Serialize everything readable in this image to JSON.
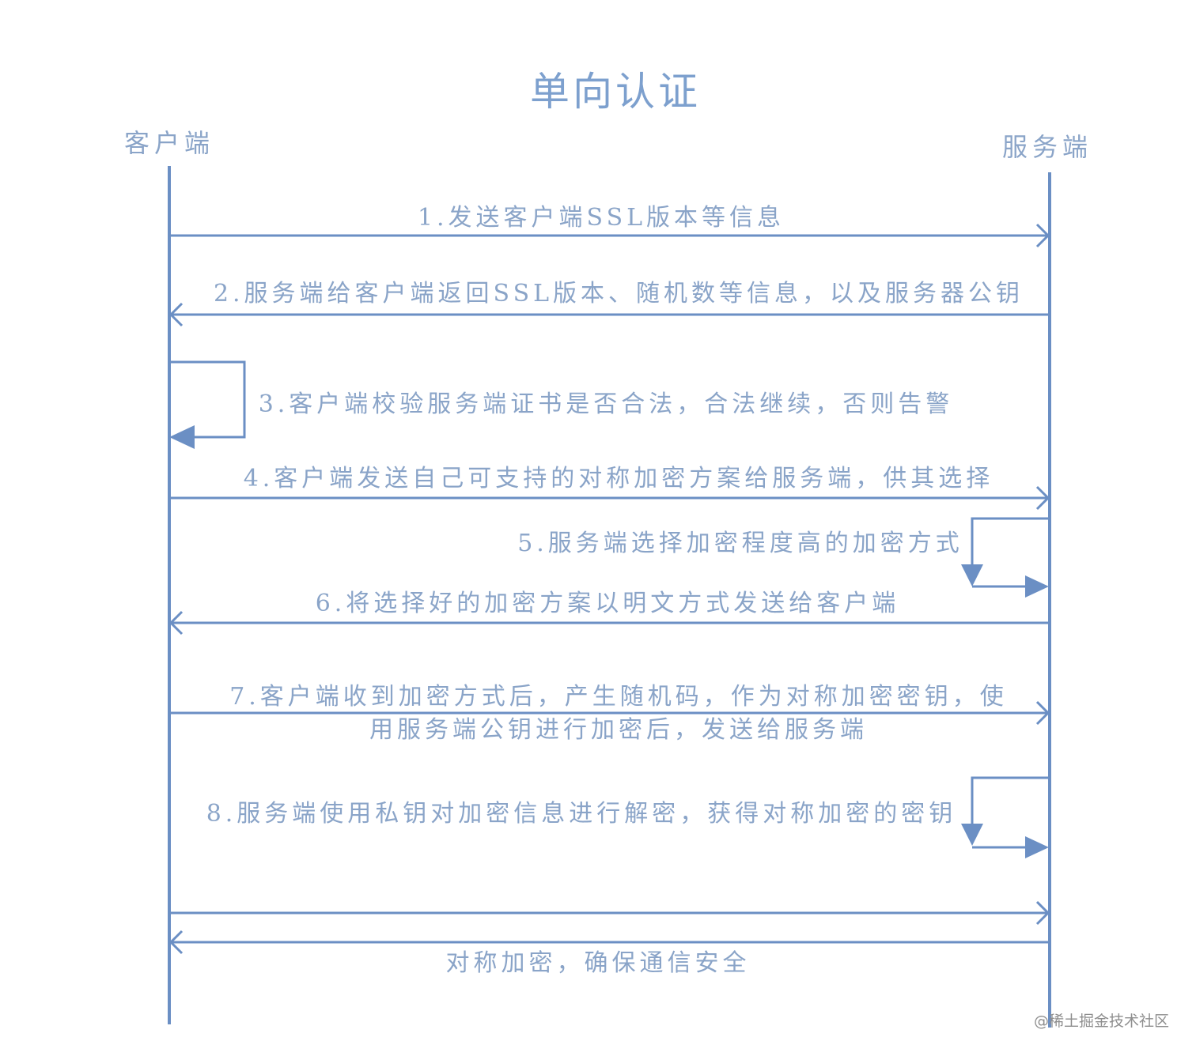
{
  "title": "单向认证",
  "actors": {
    "client": "客户端",
    "server": "服务端"
  },
  "steps": [
    {
      "label": "1.发送客户端SSL版本等信息",
      "from": "client",
      "to": "server"
    },
    {
      "label": "2.服务端给客户端返回SSL版本、随机数等信息，以及服务器公钥",
      "from": "server",
      "to": "client"
    },
    {
      "label": "3.客户端校验服务端证书是否合法，合法继续，否则告警",
      "from": "client",
      "to": "client"
    },
    {
      "label": "4.客户端发送自己可支持的对称加密方案给服务端，供其选择",
      "from": "client",
      "to": "server"
    },
    {
      "label": "5.服务端选择加密程度高的加密方式",
      "from": "server",
      "to": "server"
    },
    {
      "label": "6.将选择好的加密方案以明文方式发送给客户端",
      "from": "server",
      "to": "client"
    },
    {
      "label_line1": "7.客户端收到加密方式后，产生随机码，作为对称加密密钥，使",
      "label_line2": "用服务端公钥进行加密后，发送给服务端",
      "from": "client",
      "to": "server"
    },
    {
      "label": "8.服务端使用私钥对加密信息进行解密，获得对称加密的密钥",
      "from": "server",
      "to": "server"
    },
    {
      "label": "对称加密，确保通信安全",
      "from": "both",
      "to": "both"
    }
  ],
  "watermark": "@稀土掘金技术社区",
  "colors": {
    "line": "#6b8fc4",
    "text": "#8aa4c8",
    "title": "#7da0ce"
  }
}
